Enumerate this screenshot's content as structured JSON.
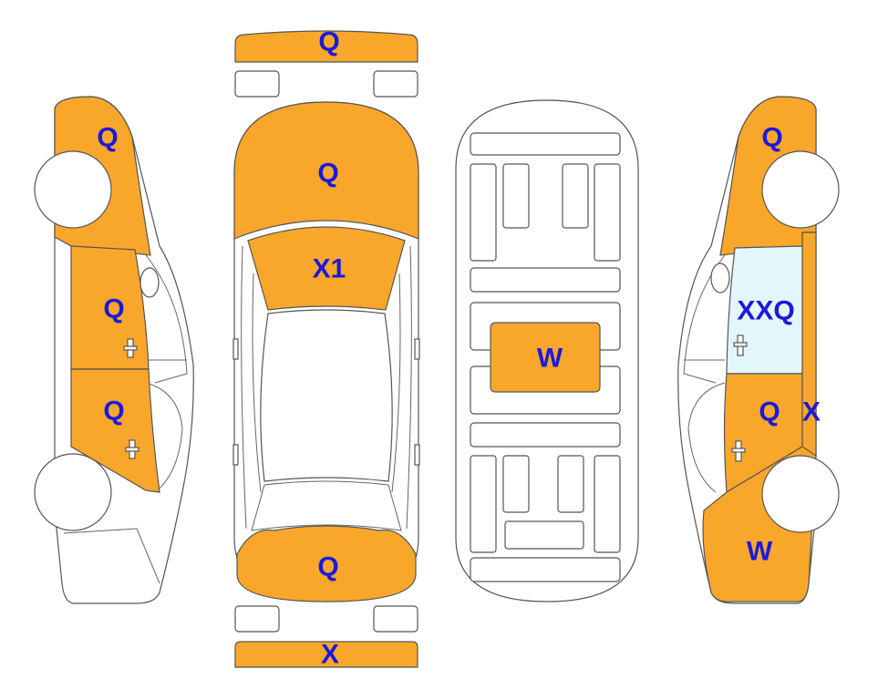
{
  "colors": {
    "damaged": "#F9A72B",
    "glass_damage": "#E3F6FB",
    "label": "#1a1adb",
    "outline": "#555555"
  },
  "labels": {
    "front_bumper": "Q",
    "hood": "Q",
    "windshield": "X1",
    "trunk_lid": "Q",
    "rear_bumper": "X",
    "left_front_fender": "Q",
    "left_front_door": "Q",
    "left_rear_door": "Q",
    "floor_panel": "W",
    "right_front_fender": "Q",
    "right_front_door_window": "XXQ",
    "right_rear_door": "Q",
    "right_b_pillar": "X",
    "right_quarter_panel": "W"
  }
}
